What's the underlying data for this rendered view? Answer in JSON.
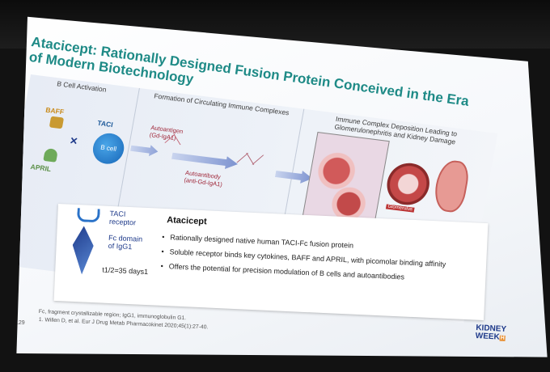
{
  "slide": {
    "title": "Atacicept: Rationally Designed Fusion Protein Conceived in the Era of Modern Biotechnology",
    "sections": {
      "b_cell_activation": "B Cell Activation",
      "immune_complexes": "Formation of Circulating Immune Complexes",
      "deposition": "Immune Complex Deposition Leading to Glomerulonephritis and Kidney Damage"
    },
    "labels": {
      "baff": "BAFF",
      "april": "APRIL",
      "taci": "TACI",
      "b_cell": "B cell",
      "autoantigen": "Autoantigen (Gd-IgA1)",
      "autoantibody": "Autoantibody (anti-Gd-IgA1)",
      "glomerulus": "Glomerulus",
      "taci_receptor": "TACI receptor",
      "fc_domain": "Fc domain of IgG1",
      "half_life": "t1/2=35 days1"
    },
    "box": {
      "title": "Atacicept",
      "bullets": [
        "Rationally designed native human TACI-Fc fusion protein",
        "Soluble receptor binds key cytokines, BAFF and APRIL, with picomolar binding affinity",
        "Offers the potential for precision modulation of B cells and autoantibodies"
      ]
    },
    "footnotes": [
      "Fc, fragment crystallizable region; IgG1, immunoglobulin G1.",
      "1. Willen D, et al. Eur J Drug Metab Pharmacokinet 2020;45(1):27-40."
    ],
    "page_number": "129",
    "logo": {
      "line1": "KIDNEY",
      "line2": "WEEK",
      "suffix": "H"
    },
    "colors": {
      "title": "#1e8a86",
      "accent_blue": "#1e3a8a",
      "label_red": "#a0283a",
      "kidney": "#d9756e"
    }
  }
}
